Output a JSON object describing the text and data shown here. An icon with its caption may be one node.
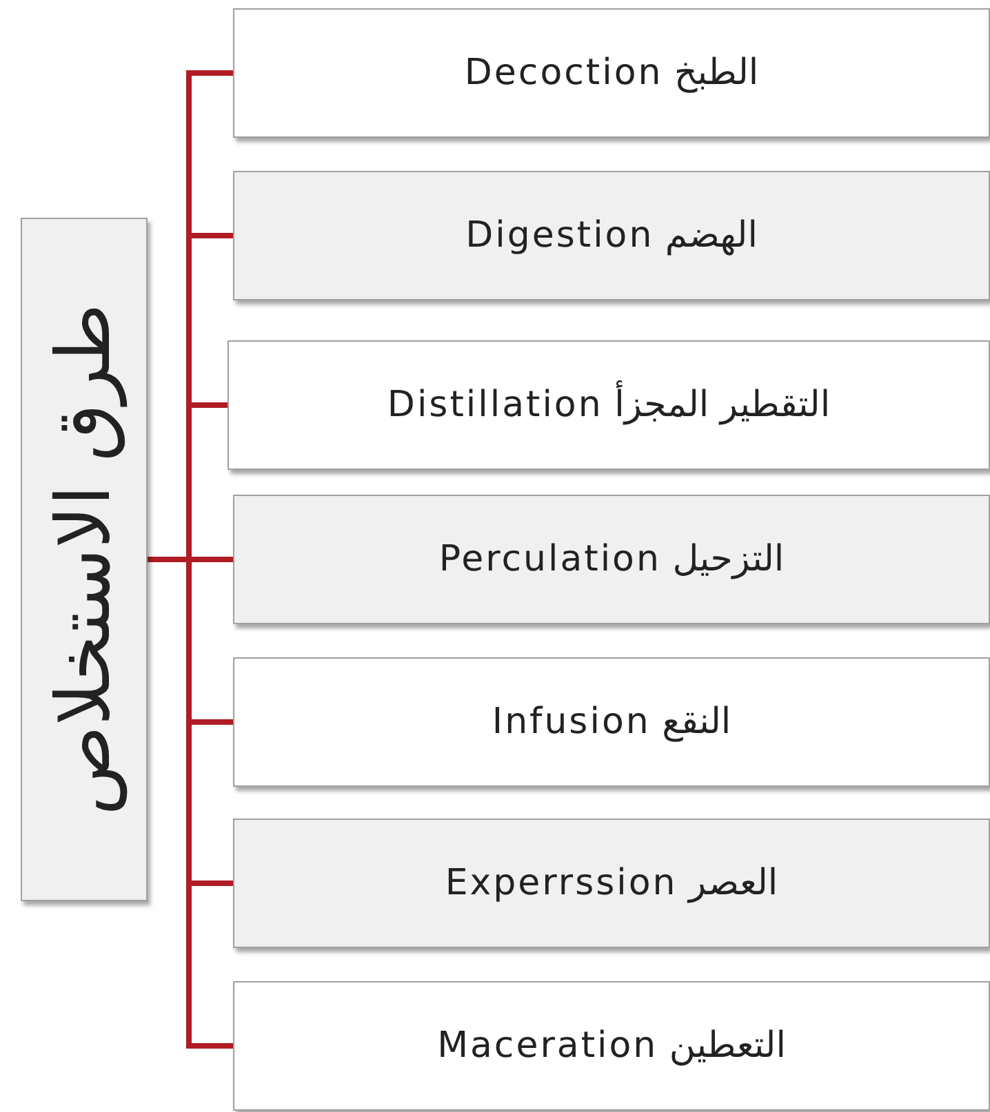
{
  "diagram": {
    "nodes": [
      {
        "text": [
          "طرق الاستخلاص"
        ]
      },
      {
        "text": [
          "الطبخ Decoction"
        ]
      },
      {
        "text": [
          "الهضم Digestion"
        ]
      },
      {
        "text": [
          "التقطير المجزأ Distillation"
        ]
      },
      {
        "text": [
          "التزحيل Perculation"
        ]
      },
      {
        "text": [
          "النقع Infusion"
        ]
      },
      {
        "text": [
          "العصر Experrssion"
        ]
      },
      {
        "text": [
          "التعطين Maceration"
        ]
      }
    ],
    "edges": [
      {
        "from": 0,
        "to": 1,
        "arrow": "none"
      },
      {
        "from": 0,
        "to": 2,
        "arrow": "none"
      },
      {
        "from": 0,
        "to": 3,
        "arrow": "none"
      },
      {
        "from": 0,
        "to": 4,
        "arrow": "none"
      },
      {
        "from": 0,
        "to": 5,
        "arrow": "none"
      },
      {
        "from": 0,
        "to": 6,
        "arrow": "none"
      },
      {
        "from": 0,
        "to": 7,
        "arrow": "none"
      }
    ]
  }
}
